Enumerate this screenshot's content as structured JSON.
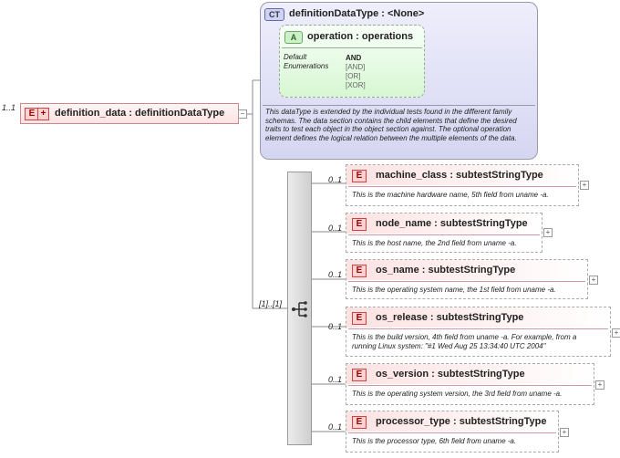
{
  "root": {
    "multiplicity": "1..1",
    "name": "definition_data : definitionDataType"
  },
  "complex_type": {
    "badge": "CT",
    "name": "definitionDataType : <None>",
    "attribute": {
      "badge": "A",
      "name": "operation : operations",
      "default_label": "Default Enumerations",
      "default_value": "AND",
      "enumerations": [
        "[AND]",
        "[OR]",
        "[XOR]"
      ]
    },
    "documentation": "This dataType is extended by the individual tests found in the different family schemas.  The data section contains the child elements that define the desired traits to test each object in the object section against.  The optional operation element defines the logical relation between the multiple elements of the data."
  },
  "sequence": {
    "multiplicity": "[1]..[1]"
  },
  "elements": [
    {
      "multiplicity": "0..1",
      "name": "machine_class : subtestStringType",
      "doc": [
        "This is the machine hardware name, 5th field from uname -a."
      ]
    },
    {
      "multiplicity": "0..1",
      "name": "node_name : subtestStringType",
      "doc": [
        "This is the host name, the 2nd field from uname -a."
      ]
    },
    {
      "multiplicity": "0..1",
      "name": "os_name : subtestStringType",
      "doc": [
        "This is the operating system name, the 1st field from uname -a."
      ]
    },
    {
      "multiplicity": "0..1",
      "name": "os_release : subtestStringType",
      "doc": [
        "This is the build version, 4th field from uname -a. For example, from a",
        "running Linux system: \"#1 Wed Aug 25 13:34:40 UTC 2004\""
      ]
    },
    {
      "multiplicity": "0..1",
      "name": "os_version : subtestStringType",
      "doc": [
        "This is the operating system version, the 3rd field from uname -a."
      ]
    },
    {
      "multiplicity": "0..1",
      "name": "processor_type : subtestStringType",
      "doc": [
        "This is the processor type, 6th field from uname -a."
      ]
    }
  ]
}
